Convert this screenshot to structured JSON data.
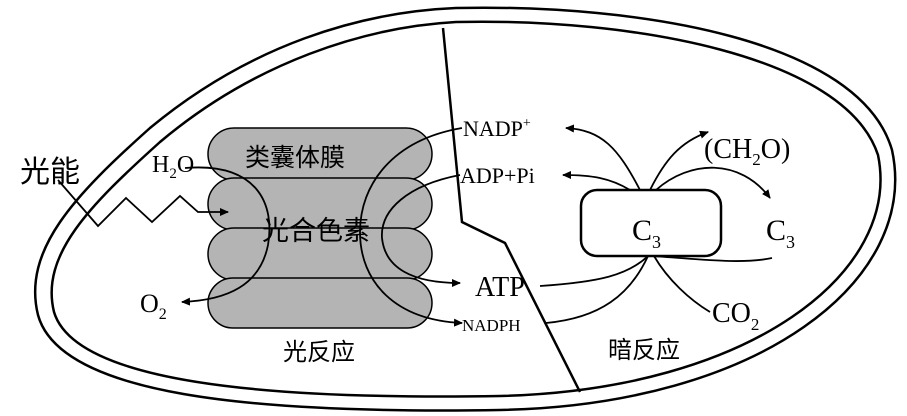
{
  "labels": {
    "light_energy": "光能",
    "thylakoid_membrane": "类囊体膜",
    "photosynthetic_pigment": "光合色素",
    "light_reaction": "光反应",
    "dark_reaction": "暗反应",
    "h2o": {
      "base": "H",
      "sub": "2",
      "tail": "O"
    },
    "o2": {
      "base": "O",
      "sub": "2"
    },
    "nadp_plus": {
      "base": "NADP",
      "sup": "+"
    },
    "adp_pi": "ADP+Pi",
    "atp": "ATP",
    "nadph": "NADPH",
    "c3_box": {
      "base": "C",
      "sub": "3"
    },
    "c3_out": {
      "base": "C",
      "sub": "3"
    },
    "ch2o": {
      "pre": "(CH",
      "sub": "2",
      "post": "O)"
    },
    "co2": {
      "base": "CO",
      "sub": "2"
    }
  },
  "colors": {
    "thylakoid_fill": "#b4b4b4",
    "stroke": "#000000",
    "background": "#ffffff"
  }
}
